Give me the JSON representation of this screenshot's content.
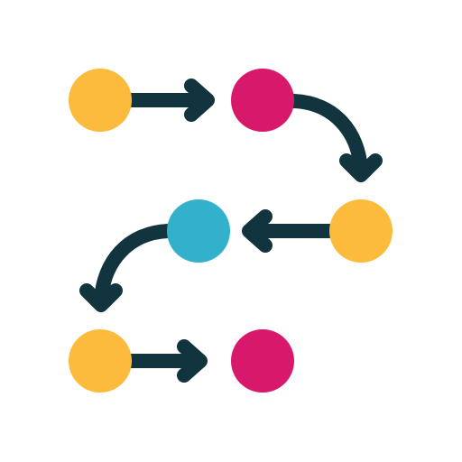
{
  "colors": {
    "background": "#ffffff",
    "connector": "#12343f",
    "yellow": "#fdbb3e",
    "magenta": "#d7186b",
    "blue": "#33b0cb"
  },
  "nodes": [
    {
      "id": "node-1",
      "color": "yellow"
    },
    {
      "id": "node-2",
      "color": "magenta"
    },
    {
      "id": "node-3",
      "color": "yellow"
    },
    {
      "id": "node-4",
      "color": "blue"
    },
    {
      "id": "node-5",
      "color": "yellow"
    },
    {
      "id": "node-6",
      "color": "magenta"
    }
  ],
  "edges": [
    {
      "from": "node-1",
      "to": "node-2",
      "style": "straight-arrow-right"
    },
    {
      "from": "node-2",
      "to": "node-3",
      "style": "curved-arrow-down"
    },
    {
      "from": "node-3",
      "to": "node-4",
      "style": "straight-arrow-left"
    },
    {
      "from": "node-4",
      "to": "node-5",
      "style": "curved-arrow-down"
    },
    {
      "from": "node-5",
      "to": "node-6",
      "style": "straight-arrow-right"
    }
  ]
}
